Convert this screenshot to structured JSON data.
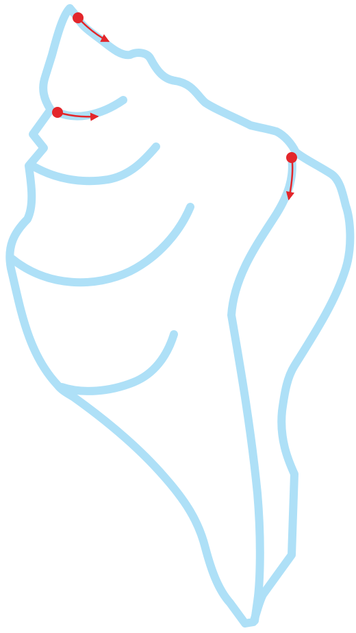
{
  "drawing": {
    "subject": "conch-shell-icon",
    "outline_color": "#aee0f7",
    "guide_color": "#e3262b"
  },
  "strokes": [
    {
      "name": "shell-outer-outline-stroke",
      "order": 1
    },
    {
      "name": "shell-whorl-1-stroke",
      "order": 2
    },
    {
      "name": "shell-whorl-2-stroke",
      "order": 3
    },
    {
      "name": "shell-whorl-3-stroke",
      "order": 4
    },
    {
      "name": "shell-whorl-4-stroke",
      "order": 5
    },
    {
      "name": "shell-whorl-5-stroke",
      "order": 6
    },
    {
      "name": "shell-inner-lip-stroke",
      "order": 7
    }
  ],
  "stroke_guides": [
    {
      "name": "stroke-start-guide-top",
      "direction": "down-right"
    },
    {
      "name": "stroke-start-guide-left",
      "direction": "right"
    },
    {
      "name": "stroke-start-guide-right",
      "direction": "down"
    }
  ]
}
